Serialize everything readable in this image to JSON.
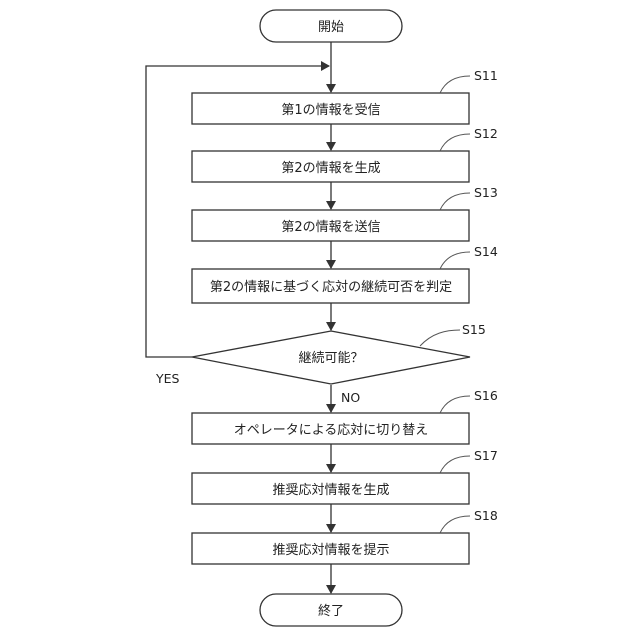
{
  "flowchart": {
    "start": "開始",
    "end": "終了",
    "steps": [
      {
        "id": "S11",
        "text": "第1の情報を受信"
      },
      {
        "id": "S12",
        "text": "第2の情報を生成"
      },
      {
        "id": "S13",
        "text": "第2の情報を送信"
      },
      {
        "id": "S14",
        "text": "第2の情報に基づく応対の継続可否を判定"
      },
      {
        "id": "S15",
        "text": "継続可能？"
      },
      {
        "id": "S16",
        "text": "オペレータによる応対に切り替え"
      },
      {
        "id": "S17",
        "text": "推奨応対情報を生成"
      },
      {
        "id": "S18",
        "text": "推奨応対情報を提示"
      }
    ],
    "branch_yes": "YES",
    "branch_no": "NO"
  }
}
